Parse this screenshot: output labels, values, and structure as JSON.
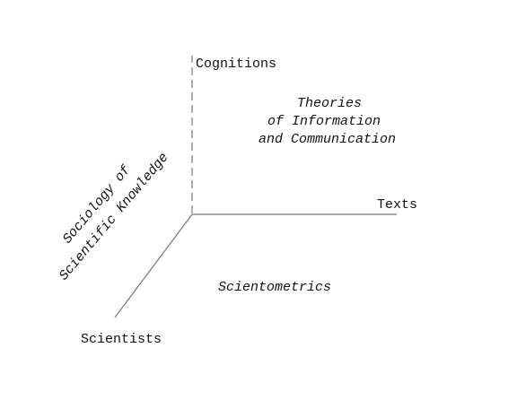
{
  "axes": {
    "vertical": "Cognitions",
    "horizontal": "Texts",
    "diagonal": "Scientists"
  },
  "fields": {
    "information_communication": {
      "lines": [
        "Theories",
        "of Information",
        "and Communication"
      ]
    },
    "sociology": {
      "lines": [
        "Sociology of",
        "Scientific Knowledge"
      ]
    },
    "scientometrics": "Scientometrics"
  },
  "colors": {
    "axis": "#777777",
    "text": "#111111"
  }
}
